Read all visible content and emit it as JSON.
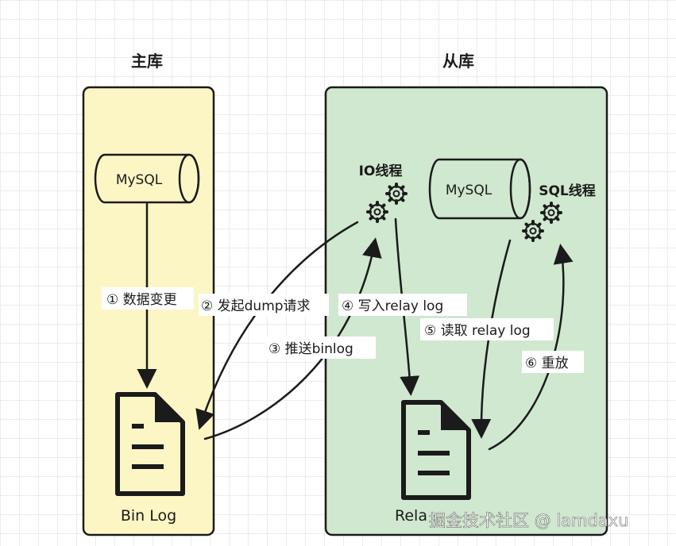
{
  "master": {
    "title": "主库",
    "db": "MySQL",
    "binlog": "Bin Log"
  },
  "slave": {
    "title": "从库",
    "db": "MySQL",
    "io_thread": "IO线程",
    "sql_thread": "SQL线程",
    "relay": "Rela"
  },
  "steps": {
    "s1": "① 数据变更",
    "s2": "② 发起dump请求",
    "s3": "③ 推送binlog",
    "s4": "④ 写入relay log",
    "s5": "⑤ 读取 relay log",
    "s6": "⑥ 重放"
  },
  "watermark": "掘金技术社区 @ lamdaxu",
  "colors": {
    "master_fill": "#fcf6c4",
    "slave_fill": "#cfe8cf",
    "stroke": "#1b1b1b"
  },
  "icons": [
    "database-icon",
    "document-icon",
    "gear-icon"
  ]
}
